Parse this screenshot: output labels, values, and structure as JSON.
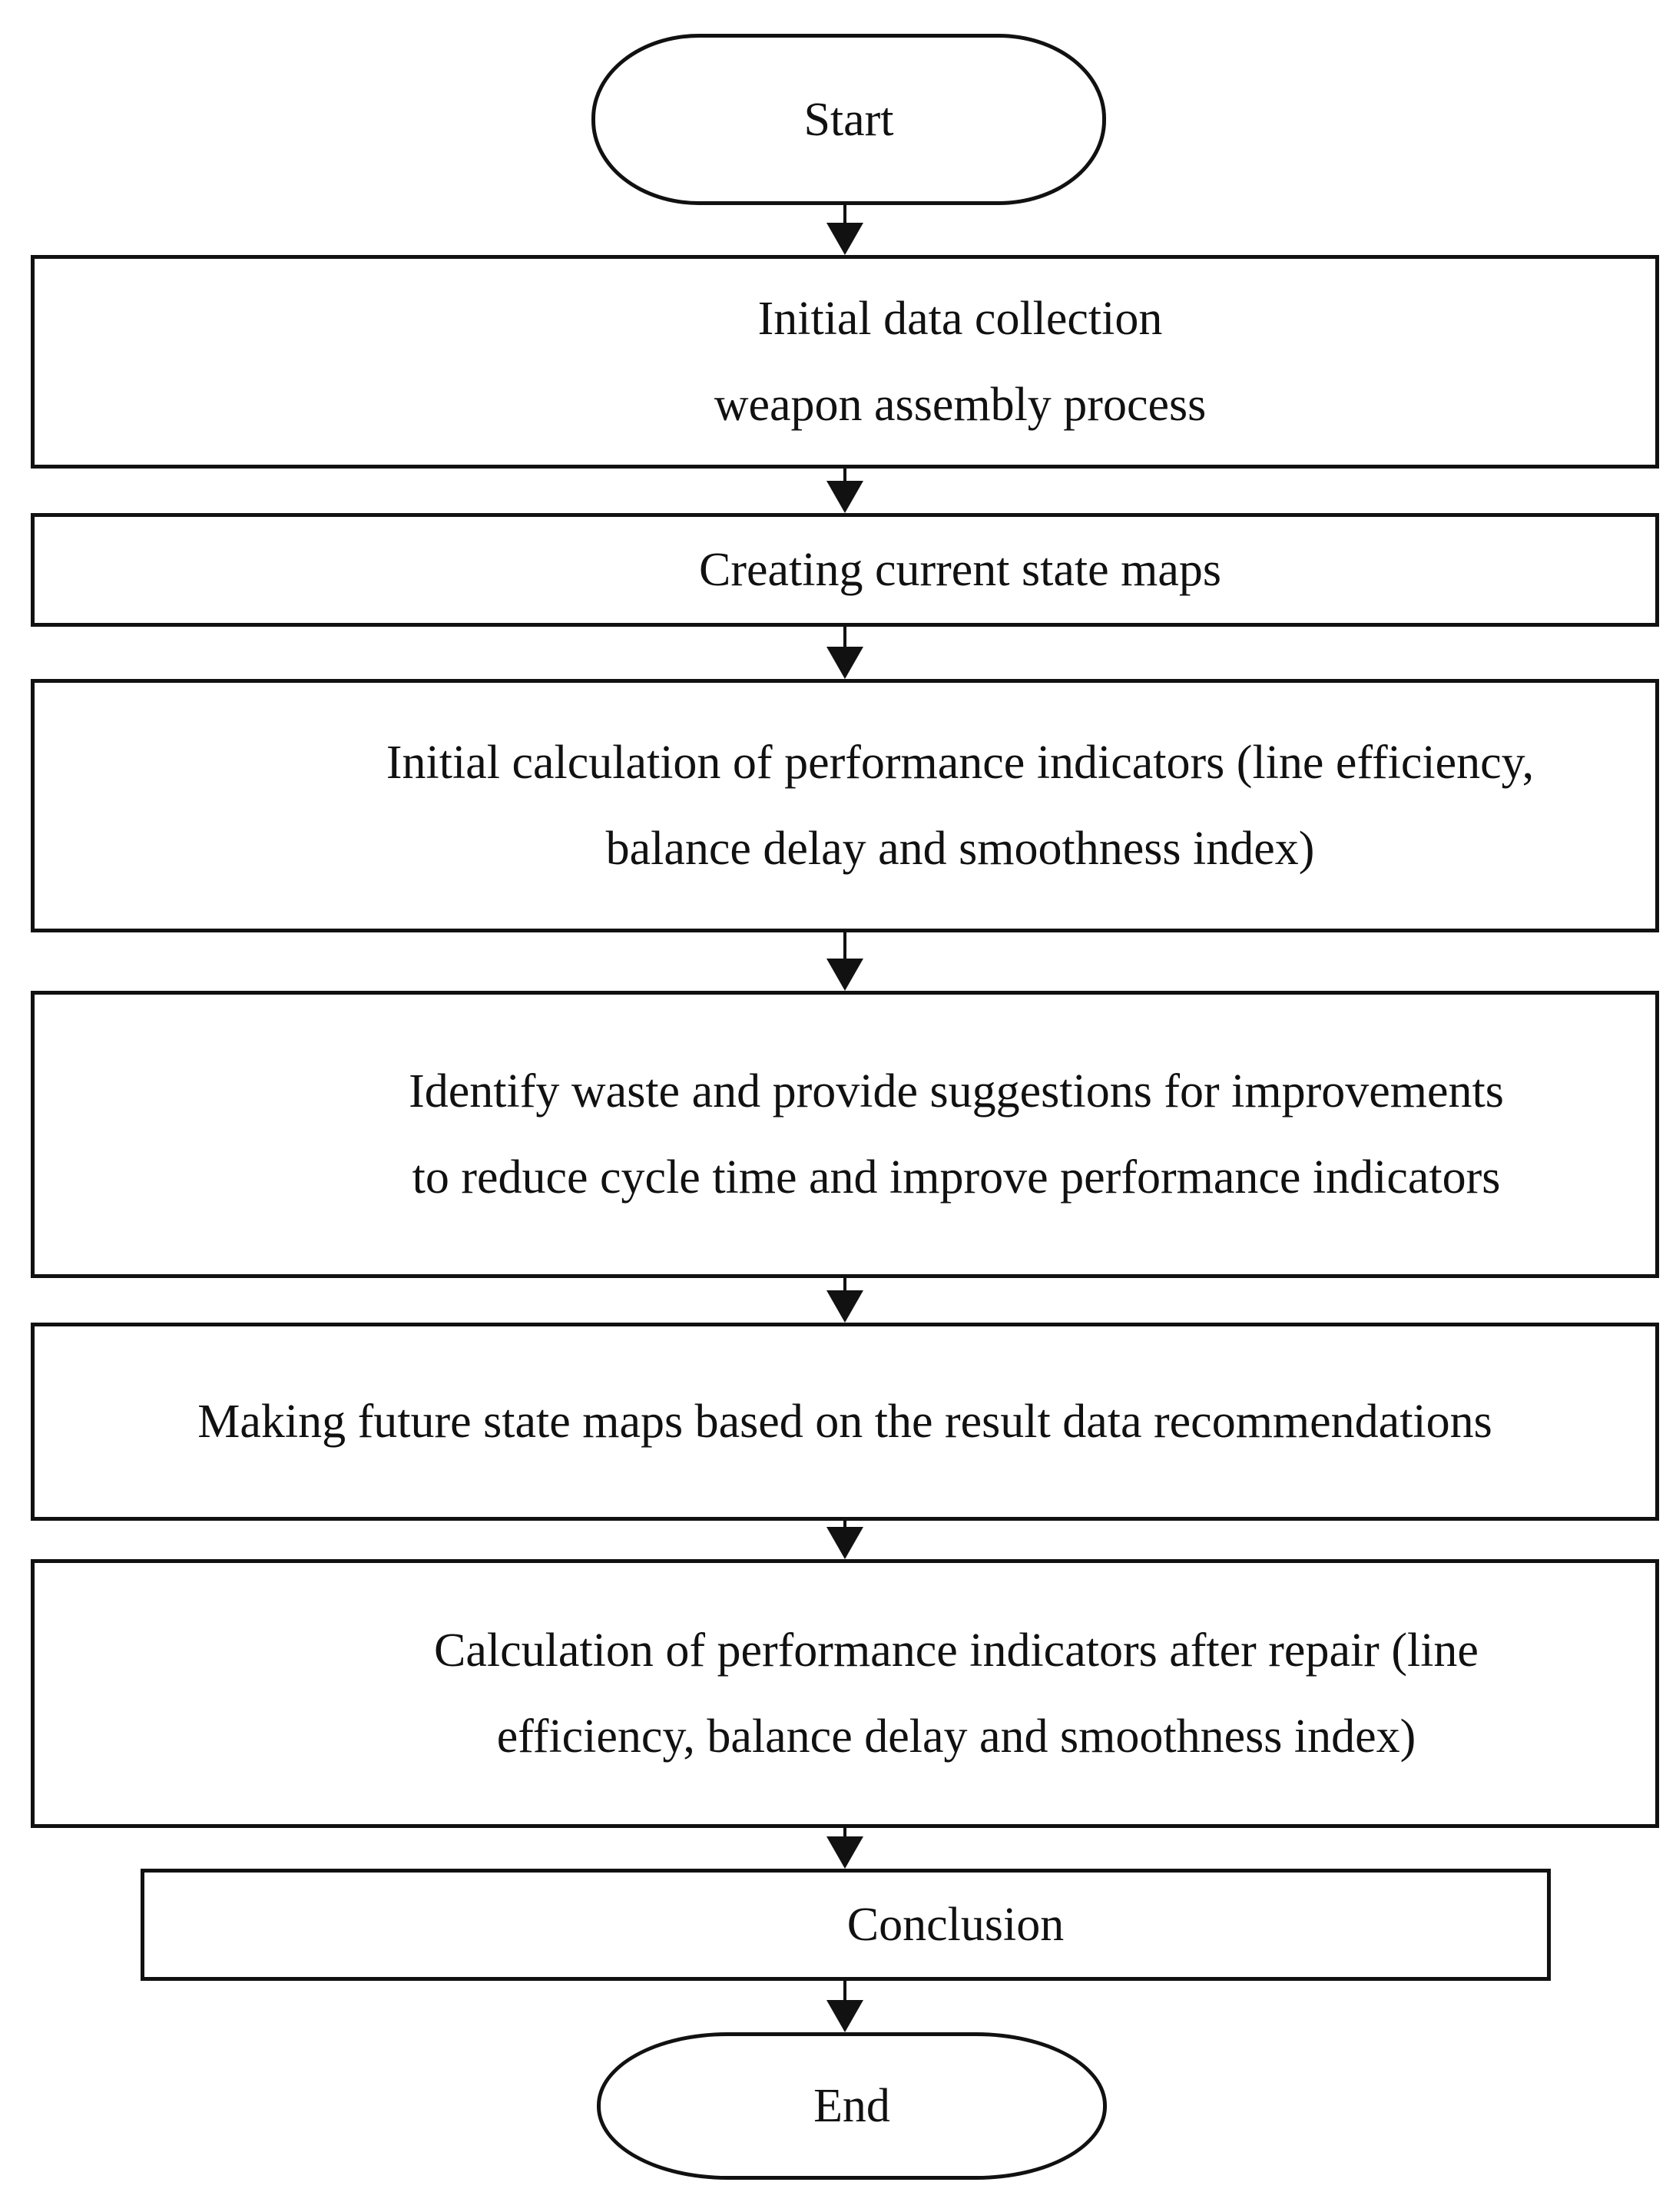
{
  "diagram": {
    "type": "flowchart",
    "direction": "top-down",
    "colors": {
      "stroke": "#111111",
      "text": "#111111",
      "background": "#ffffff"
    },
    "nodes": [
      {
        "id": "start",
        "shape": "terminator",
        "lines": [
          "Start"
        ]
      },
      {
        "id": "initial-data-collection",
        "shape": "process",
        "lines": [
          "Initial data collection",
          "weapon assembly process"
        ]
      },
      {
        "id": "creating-current-state-maps",
        "shape": "process",
        "lines": [
          "Creating current state maps"
        ]
      },
      {
        "id": "initial-calculation-performance-indicators",
        "shape": "process",
        "lines": [
          "Initial calculation of performance indicators (line efficiency,",
          "balance delay and smoothness index)"
        ]
      },
      {
        "id": "identify-waste-suggestions",
        "shape": "process",
        "lines": [
          "Identify waste and provide suggestions for improvements",
          "to reduce cycle time and improve performance indicators"
        ]
      },
      {
        "id": "making-future-state-maps",
        "shape": "process",
        "lines": [
          "Making future state maps based on the result data recommendations"
        ]
      },
      {
        "id": "calculation-after-repair",
        "shape": "process",
        "lines": [
          "Calculation of performance indicators after repair (line",
          "efficiency, balance delay and smoothness index)"
        ]
      },
      {
        "id": "conclusion",
        "shape": "process",
        "lines": [
          "Conclusion"
        ]
      },
      {
        "id": "end",
        "shape": "terminator",
        "lines": [
          "End"
        ]
      }
    ],
    "edges": [
      {
        "from": "start",
        "to": "initial-data-collection"
      },
      {
        "from": "initial-data-collection",
        "to": "creating-current-state-maps"
      },
      {
        "from": "creating-current-state-maps",
        "to": "initial-calculation-performance-indicators"
      },
      {
        "from": "initial-calculation-performance-indicators",
        "to": "identify-waste-suggestions"
      },
      {
        "from": "identify-waste-suggestions",
        "to": "making-future-state-maps"
      },
      {
        "from": "making-future-state-maps",
        "to": "calculation-after-repair"
      },
      {
        "from": "calculation-after-repair",
        "to": "conclusion"
      },
      {
        "from": "conclusion",
        "to": "end"
      }
    ]
  }
}
